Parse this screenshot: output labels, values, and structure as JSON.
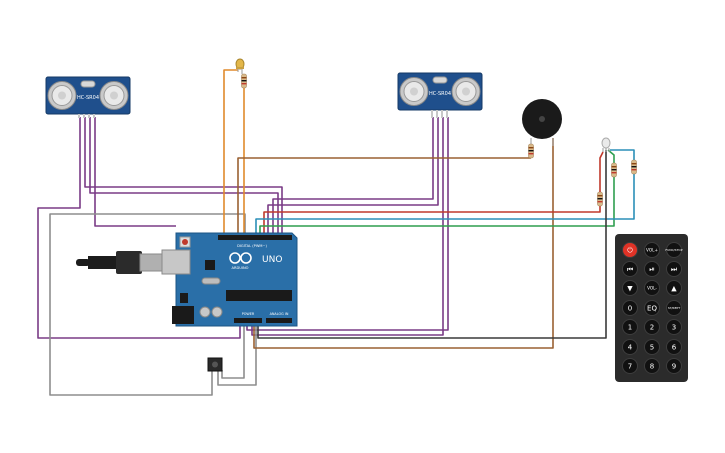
{
  "sensors": {
    "left_label": "HC-SR04",
    "right_label": "HC-SR04"
  },
  "arduino": {
    "logo": "UNO",
    "brand": "ARDUINO",
    "digital_header": "DIGITAL (PWM~)",
    "power_header": "POWER",
    "analog_header": "ANALOG IN"
  },
  "remote": {
    "buttons": [
      {
        "name": "power",
        "label": "⏻"
      },
      {
        "name": "vol-plus",
        "label": "VOL+"
      },
      {
        "name": "func-stop",
        "label": "FUNC/STOP"
      },
      {
        "name": "prev",
        "label": "⏮"
      },
      {
        "name": "play-pause",
        "label": "⏯"
      },
      {
        "name": "next",
        "label": "⏭"
      },
      {
        "name": "down",
        "label": "▼"
      },
      {
        "name": "vol-minus",
        "label": "VOL-"
      },
      {
        "name": "up",
        "label": "▲"
      },
      {
        "name": "zero",
        "label": "0"
      },
      {
        "name": "eq",
        "label": "EQ"
      },
      {
        "name": "st-rept",
        "label": "ST/REPT"
      },
      {
        "name": "one",
        "label": "1"
      },
      {
        "name": "two",
        "label": "2"
      },
      {
        "name": "three",
        "label": "3"
      },
      {
        "name": "four",
        "label": "4"
      },
      {
        "name": "five",
        "label": "5"
      },
      {
        "name": "six",
        "label": "6"
      },
      {
        "name": "seven",
        "label": "7"
      },
      {
        "name": "eight",
        "label": "8"
      },
      {
        "name": "nine",
        "label": "9"
      }
    ]
  },
  "colors": {
    "pcb": "#2a6fa8",
    "wire_purple": "#7a3b86",
    "wire_gray": "#8d8d8d",
    "wire_orange": "#e08a2c",
    "wire_brown": "#9a6132",
    "wire_red": "#c0392b",
    "wire_green": "#2e9e4f",
    "wire_teal": "#2b8fb8",
    "remote_body": "#2b2b2b",
    "remote_red": "#e03226"
  }
}
